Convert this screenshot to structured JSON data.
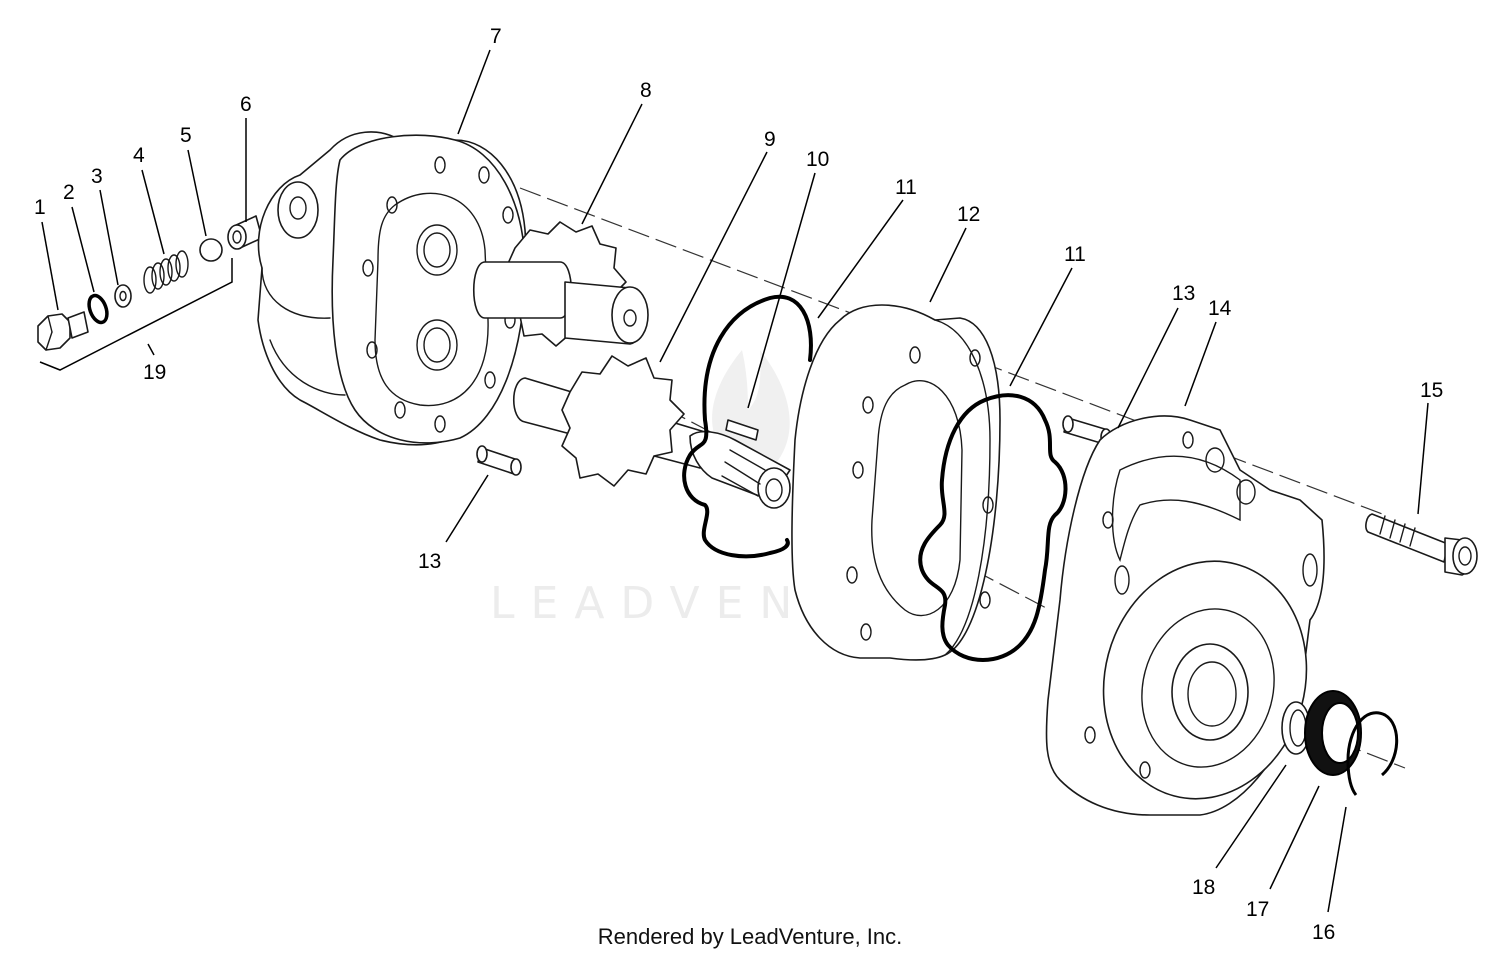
{
  "watermark": "LEADVENTURE",
  "footer": "Rendered by LeadVenture, Inc.",
  "callouts": [
    "1",
    "2",
    "3",
    "4",
    "5",
    "6",
    "7",
    "8",
    "9",
    "10",
    "11",
    "11",
    "12",
    "13",
    "13",
    "14",
    "15",
    "16",
    "17",
    "18",
    "19"
  ]
}
